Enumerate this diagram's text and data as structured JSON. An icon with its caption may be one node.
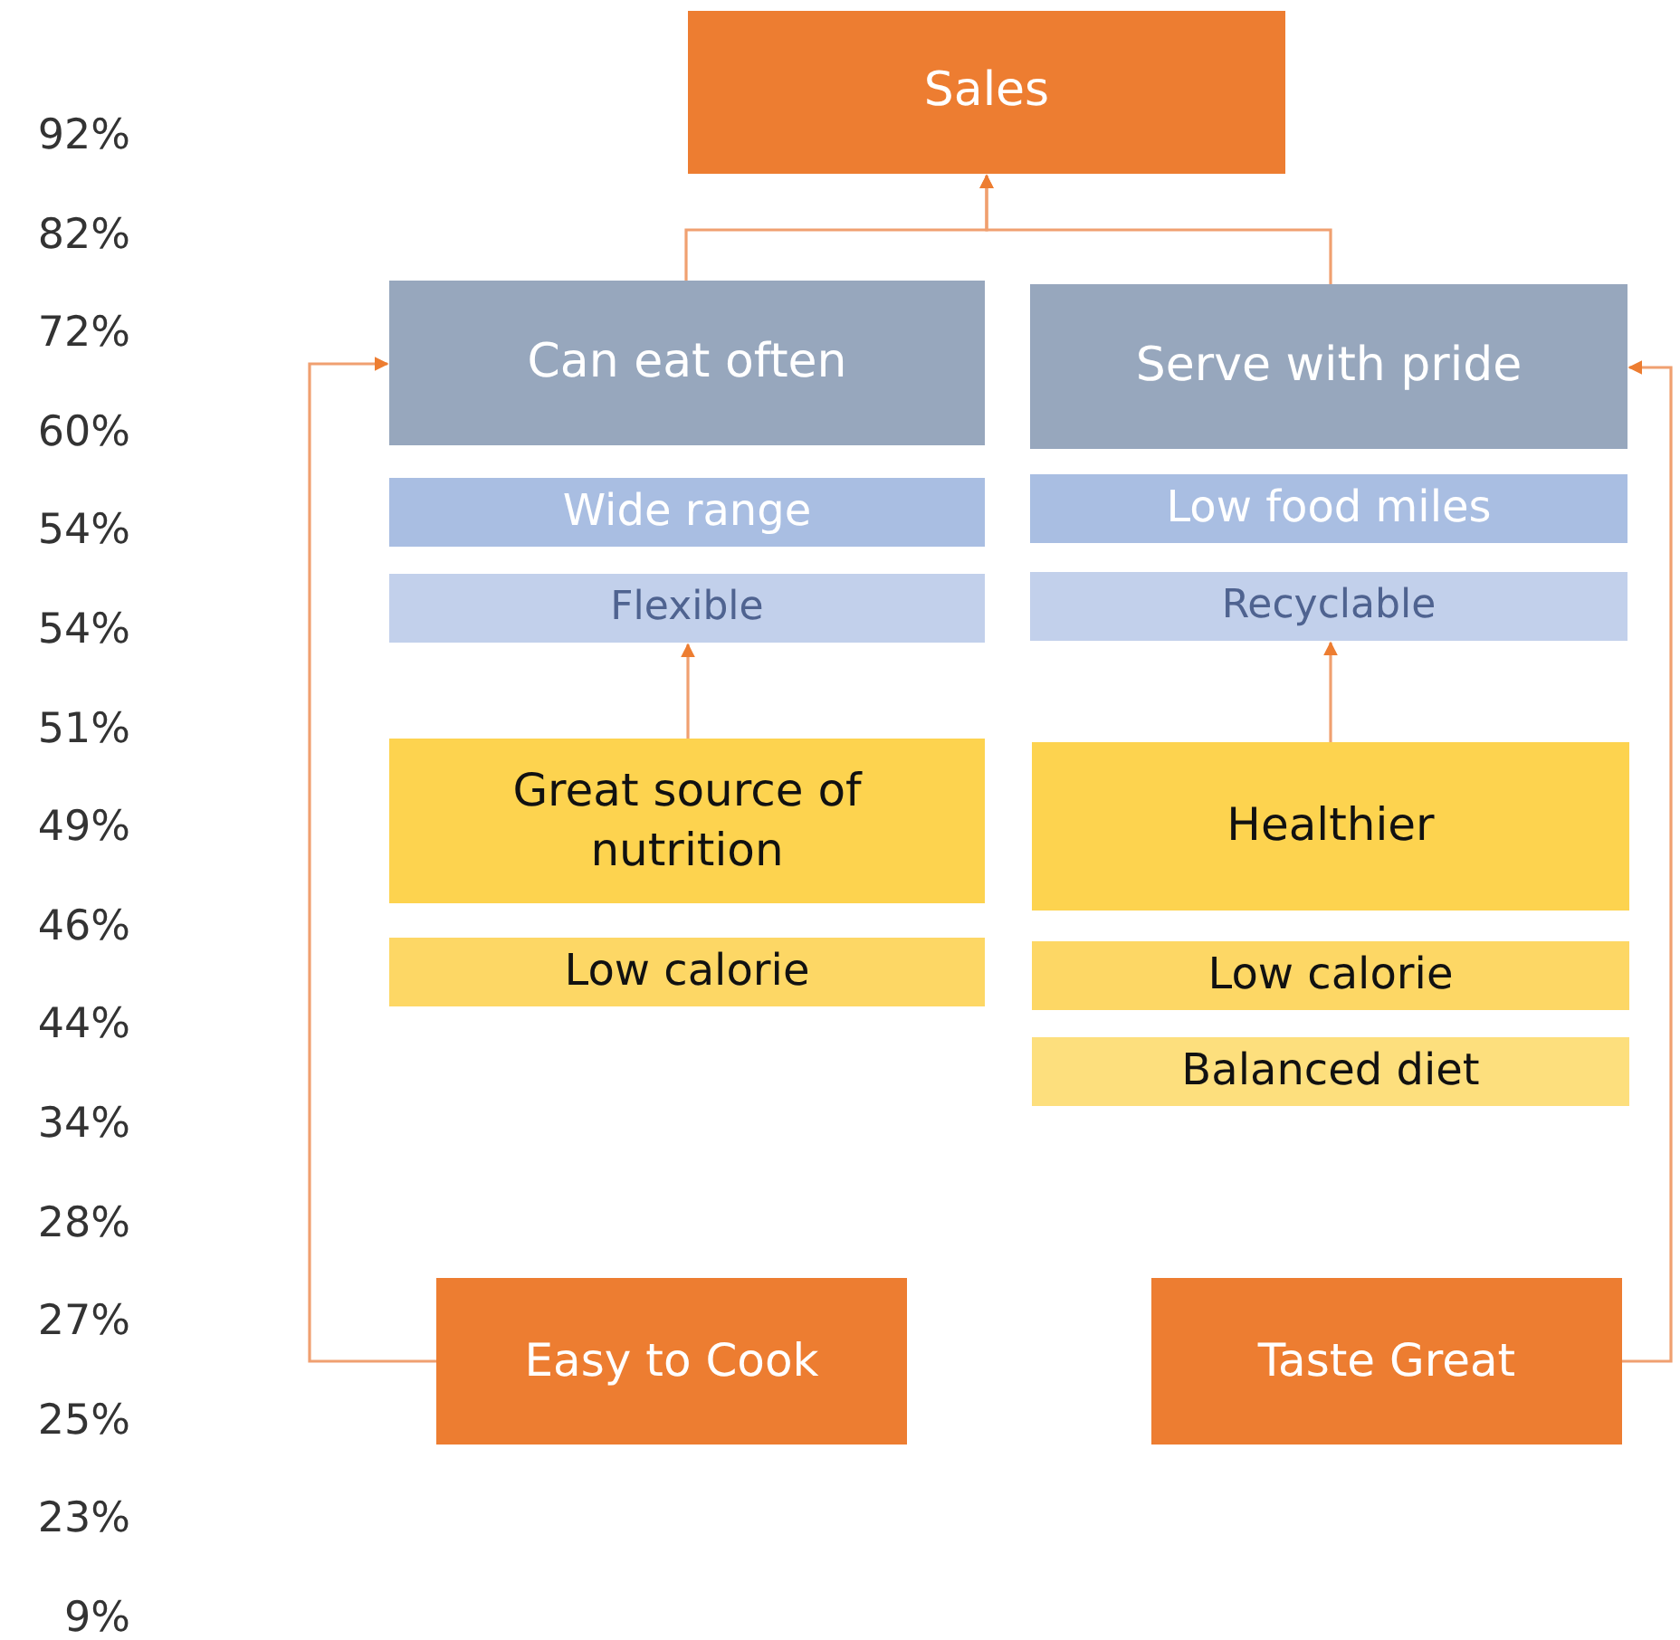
{
  "diagram": {
    "nodes": [
      {
        "text": [
          "Sales"
        ]
      },
      {
        "text": [
          "Can eat often"
        ]
      },
      {
        "text": [
          "Serve with pride"
        ]
      },
      {
        "text": [
          "Wide range"
        ]
      },
      {
        "text": [
          "Flexible"
        ]
      },
      {
        "text": [
          "Low food miles"
        ]
      },
      {
        "text": [
          "Recyclable"
        ]
      },
      {
        "text": [
          "Great source of nutrition"
        ]
      },
      {
        "text": [
          "Low calorie"
        ]
      },
      {
        "text": [
          "Healthier"
        ]
      },
      {
        "text": [
          "Low calorie"
        ]
      },
      {
        "text": [
          "Balanced diet"
        ]
      },
      {
        "text": [
          "Easy to Cook"
        ]
      },
      {
        "text": [
          "Taste Great"
        ]
      }
    ],
    "edges": [
      {
        "from": 1,
        "to": 0,
        "arrow": "to"
      },
      {
        "from": 2,
        "to": 0,
        "arrow": "to"
      },
      {
        "from": 7,
        "to": 4,
        "arrow": "to"
      },
      {
        "from": 9,
        "to": 6,
        "arrow": "to"
      },
      {
        "from": 12,
        "to": 1,
        "arrow": "to"
      },
      {
        "from": 13,
        "to": 2,
        "arrow": "to"
      }
    ],
    "labels": [
      "92%",
      "82%",
      "72%",
      "60%",
      "54%",
      "54%",
      "51%",
      "49%",
      "46%",
      "44%",
      "34%",
      "28%",
      "27%",
      "25%",
      "23%",
      "9%"
    ]
  }
}
